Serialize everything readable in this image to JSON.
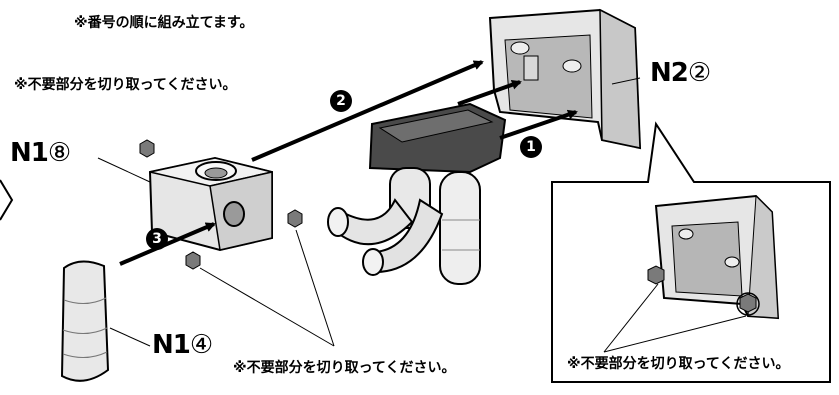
{
  "instructions": {
    "order_note": "※番号の順に組み立てます。",
    "remove_note_top": "※不要部分を切り取ってください。",
    "remove_note_bottom": "※不要部分を切り取ってください。",
    "remove_note_inset": "※不要部分を切り取ってください。"
  },
  "parts": {
    "n1_8": {
      "code": "N1",
      "num": "⑧"
    },
    "n2_2": {
      "code": "N2",
      "num": "②"
    },
    "n1_4": {
      "code": "N1",
      "num": "④"
    }
  },
  "steps": [
    "1",
    "2",
    "3"
  ],
  "colors": {
    "part_fill": "#e6e6e6",
    "part_shade": "#c8c8c8",
    "part_dark": "#8e8e8e",
    "step_badge": "#000000",
    "gate_mark": "#7a7a7a"
  }
}
